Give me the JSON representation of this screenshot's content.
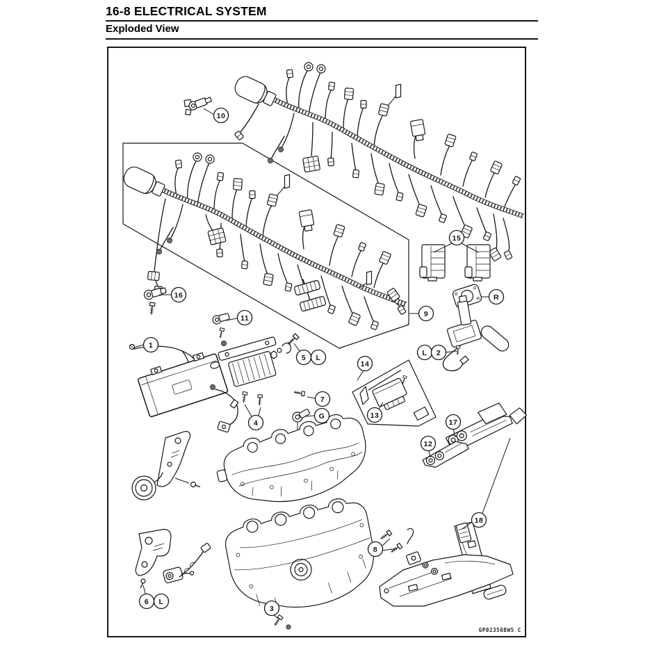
{
  "header": {
    "title": "16-8 ELECTRICAL SYSTEM",
    "subtitle": "Exploded View"
  },
  "figure": {
    "code": "GP02358BW5 C"
  },
  "callouts": {
    "n1": "1",
    "n2": "2",
    "n3": "3",
    "n4": "4",
    "n5": "5",
    "n6": "6",
    "n7": "7",
    "n8": "8",
    "n9": "9",
    "n10": "10",
    "n11": "11",
    "n12": "12",
    "n13": "13",
    "n14": "14",
    "n15": "15",
    "n16": "16",
    "n17": "17",
    "n18": "18",
    "L": "L",
    "R": "R",
    "G": "G"
  }
}
